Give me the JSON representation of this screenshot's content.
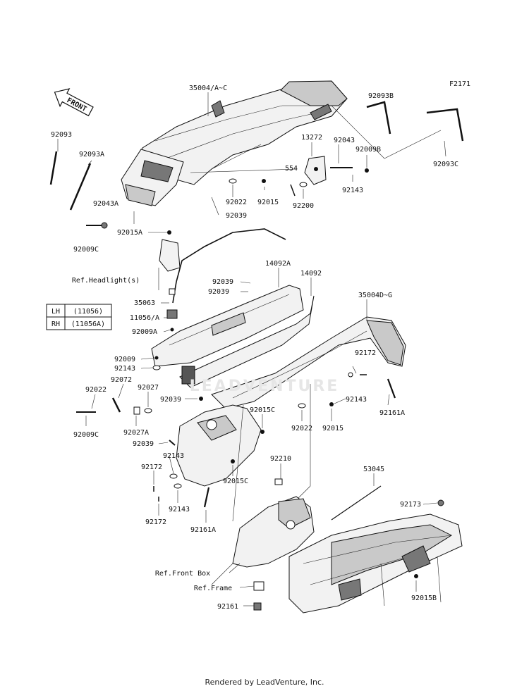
{
  "figure_code": "F2171",
  "front_label": "FRONT",
  "watermark": "LEADVENTURE",
  "footer": "Rendered by LeadVenture, Inc.",
  "legend": [
    {
      "side": "LH",
      "part": "(11056)"
    },
    {
      "side": "RH",
      "part": "(11056A)"
    }
  ],
  "labels": [
    "35004/A~C",
    "92093B",
    "92093",
    "92093A",
    "13272",
    "92043",
    "92009B",
    "554",
    "92022",
    "92015",
    "92143",
    "92200",
    "92043A",
    "92039",
    "92015A",
    "92009C",
    "Ref.Headlight(s)",
    "14092A",
    "14092",
    "92039",
    "92039",
    "35063",
    "11056/A",
    "92009A",
    "35004D~G",
    "92009",
    "92143",
    "92172",
    "92072",
    "92027",
    "92022",
    "92039",
    "92143",
    "92161A",
    "92009C",
    "92015C",
    "92022",
    "92015",
    "92027A",
    "92039",
    "92143",
    "92210",
    "53045",
    "92172",
    "92015C",
    "92173",
    "92143",
    "92172",
    "92161A",
    "Ref.Front Box",
    "Ref.Frame",
    "92015B",
    "92161",
    "92093C"
  ]
}
